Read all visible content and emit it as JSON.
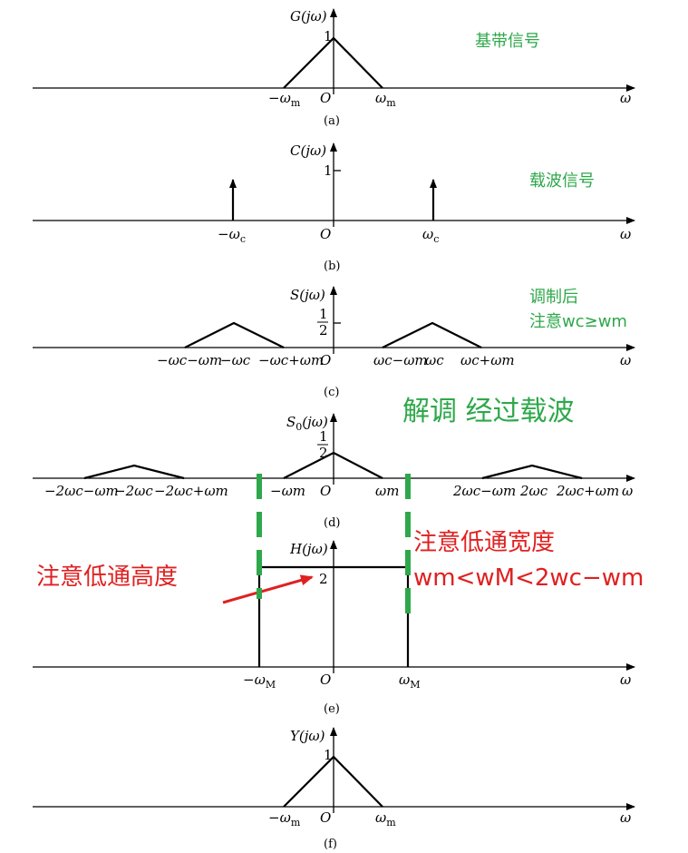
{
  "omega": "ω",
  "panels": {
    "a": {
      "fn": "G(jω)",
      "tick": "1",
      "caption": "(a)",
      "xl": [
        "−ω",
        "m"
      ],
      "xr": [
        "ω",
        "m"
      ],
      "note": "基带信号"
    },
    "b": {
      "fn": "C(jω)",
      "tick": "1",
      "caption": "(b)",
      "xl": [
        "−ω",
        "c"
      ],
      "xr": [
        "ω",
        "c"
      ],
      "note": "载波信号"
    },
    "c": {
      "fn": "S(jω)",
      "tick_num": "1",
      "tick_den": "2",
      "caption": "(c)",
      "labels": [
        "−ωc−ωm",
        "−ωc",
        "−ωc+ωm",
        "ωc−ωm",
        "ωc",
        "ωc+ωm"
      ],
      "note1": "调制后",
      "note2": "注意wc≥wm"
    },
    "d": {
      "fn": "S0(jω)",
      "tick_num": "1",
      "tick_den": "2",
      "caption": "(d)",
      "labels": [
        "−2ωc−ωm",
        "−2ωc",
        "−2ωc+ωm",
        "−ωm",
        "ωm",
        "2ωc−ωm",
        "2ωc",
        "2ωc+ωm"
      ],
      "note": "解调 经过载波"
    },
    "e": {
      "fn": "H(jω)",
      "tick": "2",
      "caption": "(e)",
      "xl": [
        "−ω",
        "M"
      ],
      "xr": [
        "ω",
        "M"
      ],
      "note_left": "注意低通高度",
      "note_right1": "注意低通宽度",
      "note_right2": "wm<wM<2wc−wm"
    },
    "f": {
      "fn": "Y(jω)",
      "tick": "1",
      "caption": "(f)",
      "xl": [
        "−ω",
        "m"
      ],
      "xr": [
        "ω",
        "m"
      ]
    }
  },
  "origin": "O",
  "colors": {
    "green_note": "#2ea84a",
    "red_note": "#e02020"
  }
}
